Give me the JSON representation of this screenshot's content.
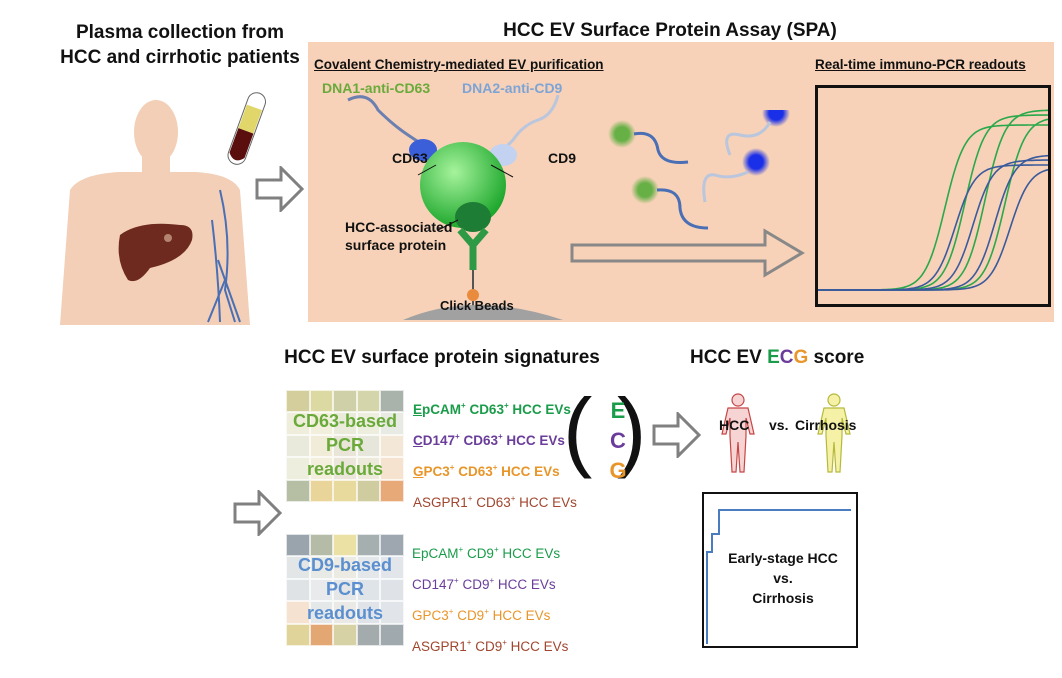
{
  "left_section": {
    "title_line1": "Plasma collection from",
    "title_line2": "HCC and cirrhotic patients"
  },
  "spa": {
    "title": "HCC EV Surface Protein Assay (SPA)",
    "purification_title": "Covalent Chemistry-mediated EV purification",
    "dna1_label": "DNA1-anti-CD63",
    "dna2_label": "DNA2-anti-CD9",
    "cd63_label": "CD63",
    "cd9_label": "CD9",
    "protein_label_line1": "HCC-associated",
    "protein_label_line2": "surface protein",
    "beads_label": "Click Beads",
    "pcr_title": "Real-time immuno-PCR readouts"
  },
  "signatures": {
    "title": "HCC EV surface protein signatures",
    "cd63_grid": {
      "line1": "CD63-based",
      "line2": "PCR",
      "line3": "readouts"
    },
    "cd9_grid": {
      "line1": "CD9-based",
      "line2": "PCR",
      "line3": "readouts"
    },
    "cd63_items": [
      {
        "marker_first": "E",
        "marker_rest": "pCAM",
        "suffix": " CD63",
        "tail": " HCC EVs",
        "color": "#1a9c4a"
      },
      {
        "marker_first": "C",
        "marker_rest": "D147",
        "suffix": " CD63",
        "tail": " HCC EVs",
        "color": "#6a3d9a"
      },
      {
        "marker_first": "G",
        "marker_rest": "PC3",
        "suffix": " CD63",
        "tail": " HCC EVs",
        "color": "#e8962a"
      },
      {
        "marker_first": "A",
        "marker_rest": "SGPR1",
        "suffix": " CD63",
        "tail": " HCC EVs",
        "color": "#a0462e"
      }
    ],
    "cd9_items": [
      {
        "text": "EpCAM",
        "suffix": " CD9",
        "tail": " HCC EVs",
        "color": "#1a9c4a"
      },
      {
        "text": "CD147",
        "suffix": " CD9",
        "tail": " HCC EVs",
        "color": "#6a3d9a"
      },
      {
        "text": "GPC3",
        "suffix": " CD9",
        "tail": " HCC EVs",
        "color": "#e8962a"
      },
      {
        "text": "ASGPR1",
        "suffix": " CD9",
        "tail": " HCC EVs",
        "color": "#a0462e"
      }
    ],
    "plus": "+",
    "ecg_letters": [
      "E",
      "C",
      "G"
    ]
  },
  "score": {
    "title_prefix": "HCC EV ",
    "title_e": "E",
    "title_c": "C",
    "title_g": "G",
    "title_suffix": " score",
    "hcc_label": "HCC",
    "vs_label": "vs.",
    "cirrhosis_label": "Cirrhosis",
    "roc_line1": "Early-stage HCC",
    "roc_line2": "vs.",
    "roc_line3": "Cirrhosis"
  },
  "colors": {
    "panel_bg": "#f7d2b8",
    "green": "#1a9c4a",
    "purple": "#6a3d9a",
    "orange": "#e8962a",
    "brown": "#a0462e",
    "cd63_green_text": "#6aaa3a",
    "cd9_blue_text": "#5b8fcf",
    "roc_blue": "#4a7cc0"
  }
}
